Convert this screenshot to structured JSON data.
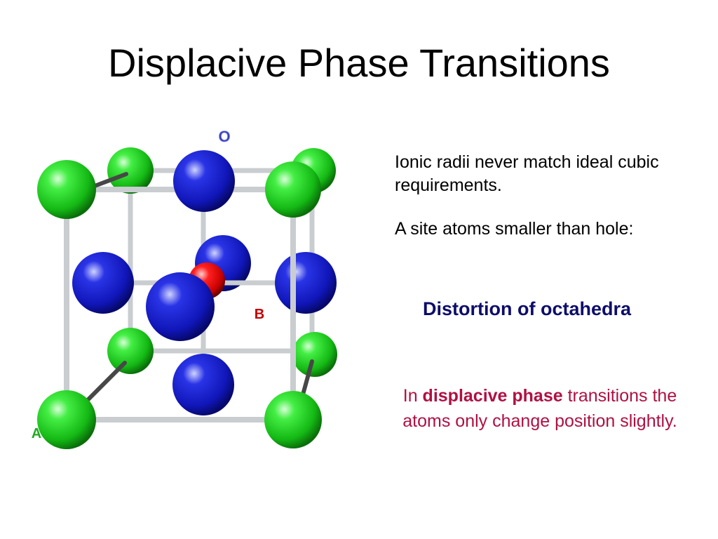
{
  "slide": {
    "title": "Displacive Phase Transitions",
    "notes": [
      "Ionic radii never match ideal cubic requirements.",
      "A site atoms smaller than hole:"
    ],
    "emphasis": "Distortion of octahedra",
    "summary": {
      "prefix": "In ",
      "bold": "displacive phase",
      "suffix": " transitions the atoms only change position slightly."
    }
  },
  "diagram": {
    "labels": {
      "oxygen": "O",
      "b_site": "B",
      "a_site": "A"
    },
    "colors": {
      "a_site_atom": "#22cc22",
      "oxygen_atom": "#1a22cc",
      "b_site_atom": "#e00000",
      "frame": "#cfd3d6",
      "bond": "#444444",
      "label_o": "#2b2fa8",
      "label_b": "#c00000",
      "label_a": "#22aa22"
    }
  }
}
